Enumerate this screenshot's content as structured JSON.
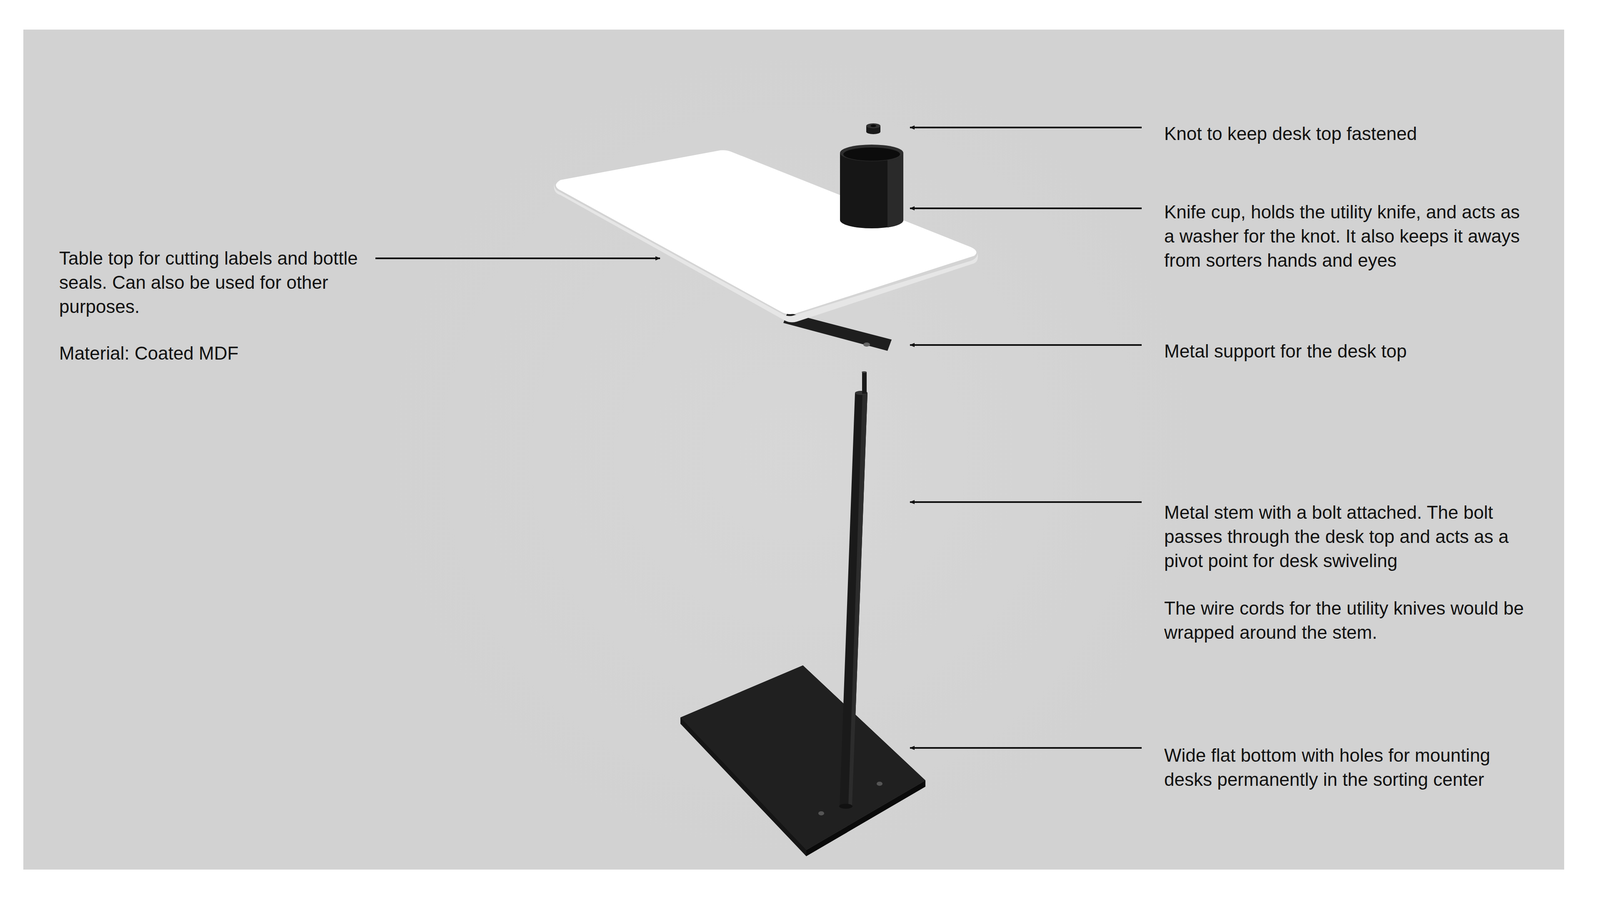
{
  "diagram": {
    "labels": [
      "Knot to keep desk top fastened",
      "Knife cup, holds the utility knife, and acts as a washer for the knot. It also keeps it aways from sorters hands and eyes",
      "Table top for cutting labels and bottle seals. Can also be used for other purposes.",
      "Material: Coated MDF",
      "Metal support for the desk top",
      "Metal stem with a bolt attached. The bolt passes through the desk top and acts as a pivot point for desk swiveling",
      "The wire cords for the utility knives would be wrapped around the stem.",
      "Wide flat bottom with holes for mounting desks permanently in the sorting center"
    ]
  }
}
